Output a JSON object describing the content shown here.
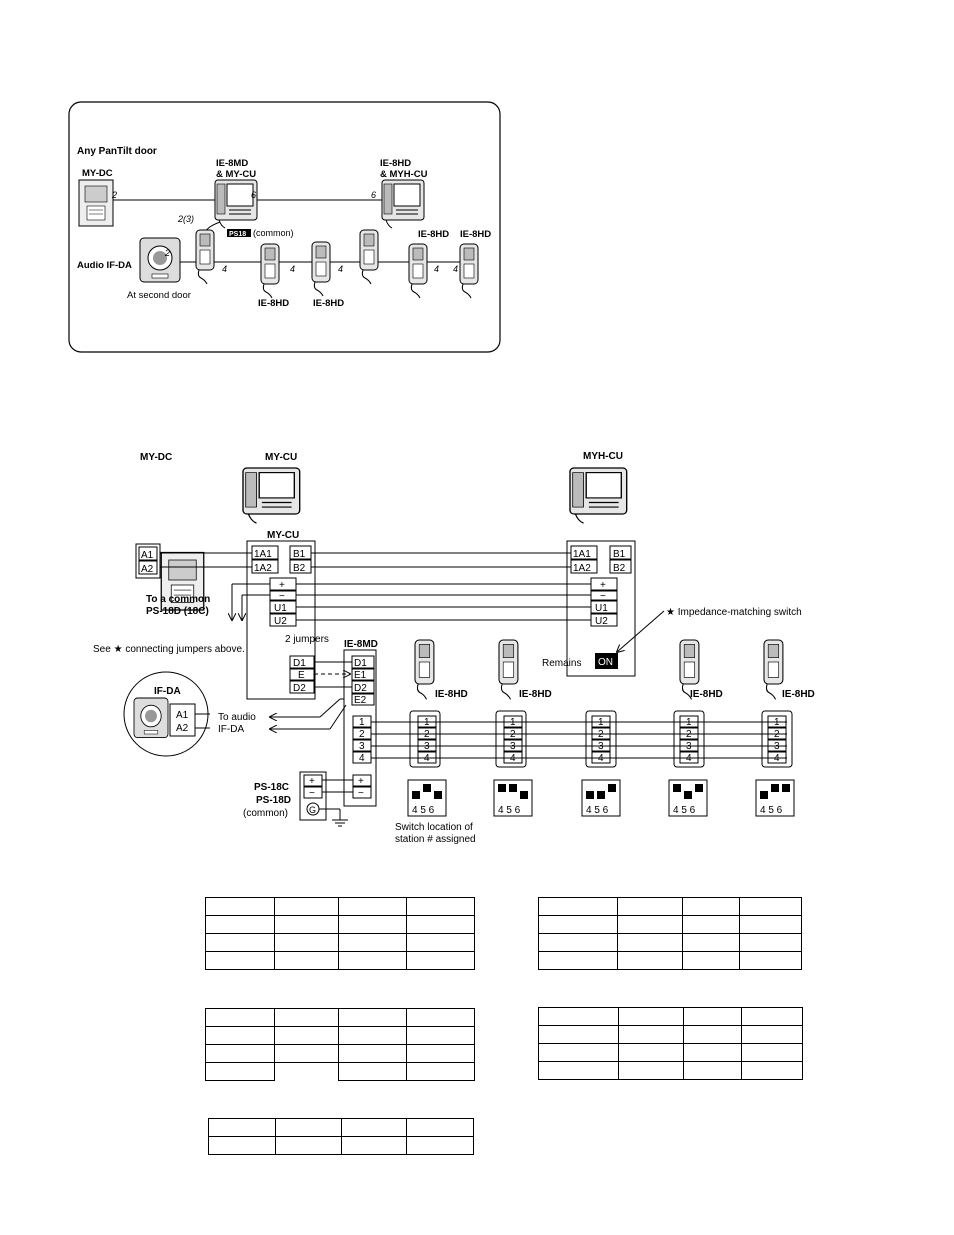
{
  "top_panel": {
    "header": "Any PanTilt door",
    "my_dc": "MY-DC",
    "ie8md_line1": "IE-8MD",
    "ie8md_line2": "& MY-CU",
    "ie8hd_line1": "IE-8HD",
    "ie8hd_line2": "& MYH-CU",
    "wire_2": "2",
    "wire_6": "6",
    "wire_23": "2(3)",
    "wire_4": "4",
    "ps18_badge": "PS18",
    "common": "(common)",
    "audio_ifda": "Audio IF-DA",
    "second_door": "At second door",
    "ie8hd": "IE-8HD"
  },
  "wiring": {
    "my_dc": "MY-DC",
    "my_cu": "MY-CU",
    "myh_cu": "MYH-CU",
    "ie8md": "IE-8MD",
    "ie8hd": "IE-8HD",
    "if_da": "IF-DA",
    "to_common_1": "To a common",
    "to_common_2": "PS-18D (18C)",
    "jumpers": "2 jumpers",
    "see_jumpers": "See ★ connecting jumpers above.",
    "impedance": "★ Impedance-matching switch",
    "remains": "Remains",
    "on": "ON",
    "to_audio_1": "To audio",
    "to_audio_2": "IF-DA",
    "ps18c": "PS-18C",
    "ps18d": "PS-18D",
    "common": "(common)",
    "switch_1": "Switch location of",
    "switch_2": "station # assigned",
    "t_a1": "A1",
    "t_a2": "A2",
    "t_1a1": "1A1",
    "t_1a2": "1A2",
    "t_b1": "B1",
    "t_b2": "B2",
    "t_plus": "+",
    "t_minus": "−",
    "t_u1": "U1",
    "t_u2": "U2",
    "t_d1": "D1",
    "t_e": "E",
    "t_d2": "D2",
    "t_e1": "E1",
    "t_e2": "E2",
    "t_g": "G",
    "t_1": "1",
    "t_2": "2",
    "t_3": "3",
    "t_4": "4",
    "dip_labels": "4 5 6"
  },
  "colors": {
    "ink": "#000000",
    "background": "#ffffff",
    "device_gray": "#d9d9d9"
  }
}
